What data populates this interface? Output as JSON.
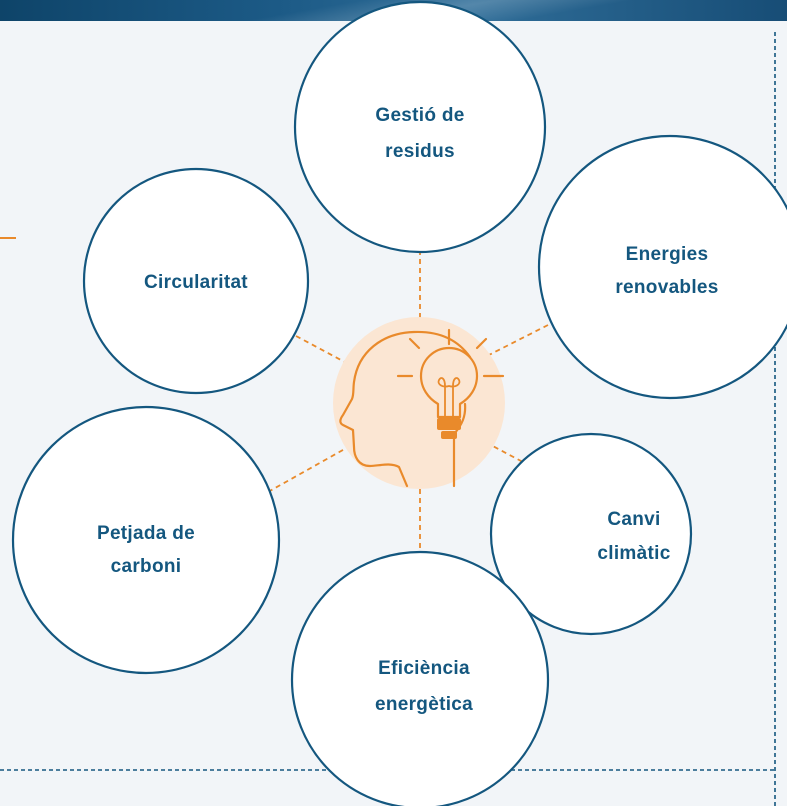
{
  "colors": {
    "navy": "#14577f",
    "orange": "#e98a2b",
    "halo": "#fbe6d3",
    "background": "#f2f5f8"
  },
  "center_icon": "head-with-lightbulb-icon",
  "topics": [
    {
      "id": "gestio-residus",
      "lines": [
        "Gestió de",
        "residus"
      ]
    },
    {
      "id": "energies-renovables",
      "lines": [
        "Energies",
        "renovables"
      ]
    },
    {
      "id": "canvi-climatic",
      "lines": [
        "Canvi",
        "climàtic"
      ]
    },
    {
      "id": "eficiencia",
      "lines": [
        "Eficiència",
        "energètica"
      ]
    },
    {
      "id": "petjada-carboni",
      "lines": [
        "Petjada de",
        "carboni"
      ]
    },
    {
      "id": "circularitat",
      "lines": [
        "Circularitat"
      ]
    }
  ]
}
